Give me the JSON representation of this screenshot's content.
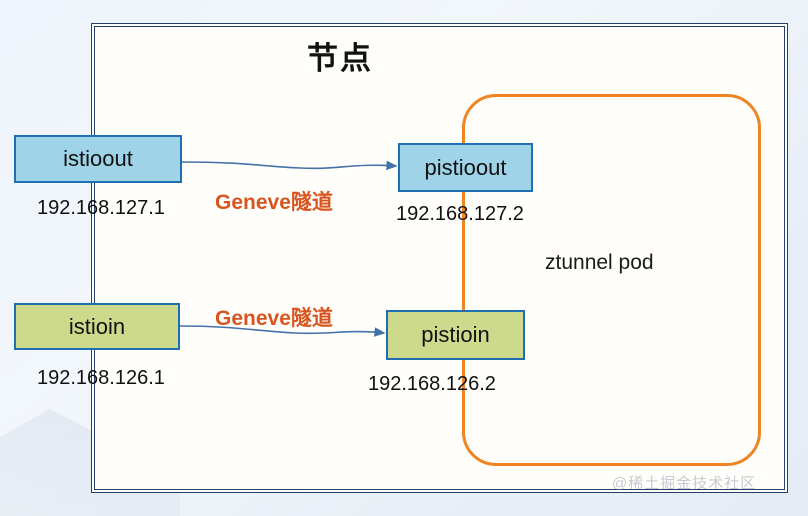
{
  "slide": {
    "title": "节点",
    "watermark": "@稀土掘金技术社区"
  },
  "containers": {
    "ztunnel_pod": {
      "label": "ztunnel pod",
      "border_color": "#ee8422"
    },
    "node_frame": {
      "border_color": "#24406a"
    }
  },
  "nodes": {
    "istioout": {
      "label": "istioout",
      "ip": "192.168.127.1",
      "fill": "#9fd3e8",
      "stroke": "#1f6fb2"
    },
    "pistioout": {
      "label": "pistioout",
      "ip": "192.168.127.2",
      "fill": "#9fd3e8",
      "stroke": "#1f6fb2"
    },
    "istioin": {
      "label": "istioin",
      "ip": "192.168.126.1",
      "fill": "#cdd98b",
      "stroke": "#1f6fb2"
    },
    "pistioin": {
      "label": "pistioin",
      "ip": "192.168.126.2",
      "fill": "#cdd98b",
      "stroke": "#1f6fb2"
    }
  },
  "connections": {
    "tunnel_top": {
      "label": "Geneve隧道",
      "color": "#d9551f",
      "from": "istioout",
      "to": "pistioout"
    },
    "tunnel_bottom": {
      "label": "Geneve隧道",
      "color": "#d9551f",
      "from": "istioin",
      "to": "pistioin"
    },
    "arrow_color": "#4472a8"
  }
}
